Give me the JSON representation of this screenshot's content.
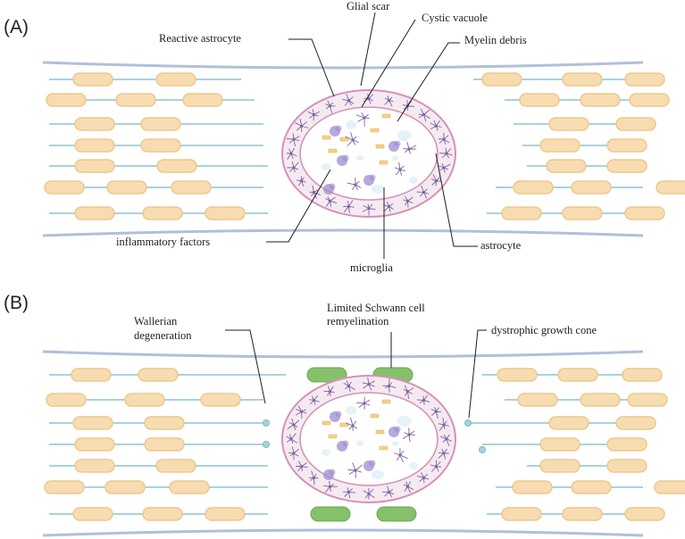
{
  "panels": [
    {
      "id": "A",
      "tag": "(A)",
      "labels": {
        "glial_scar": "Glial scar",
        "cystic_vacuole": "Cystic vacuole",
        "reactive_astrocyte": "Reactive astrocyte",
        "myelin_debris": "Myelin debris",
        "inflammatory_factors": "inflammatory factors",
        "microglia": "microglia",
        "astrocyte": "astrocyte"
      }
    },
    {
      "id": "B",
      "tag": "(B)",
      "labels": {
        "wallerian_1": "Wallerian",
        "wallerian_2": "degeneration",
        "schwann_1": "Limited Schwann cell",
        "schwann_2": "remyelination",
        "dystrophic": "dystrophic growth cone"
      }
    }
  ],
  "colors": {
    "axon": "#a9d3dc",
    "myelin": "#f8dcb1",
    "nerve_edge": "#b1bfd9",
    "lesion_ring": "#d592b8",
    "astrocyte": "#7e62a6",
    "microglia": "#9c8cd1",
    "debris": "#f5d18a",
    "schwann_cell": "#86c16a"
  }
}
